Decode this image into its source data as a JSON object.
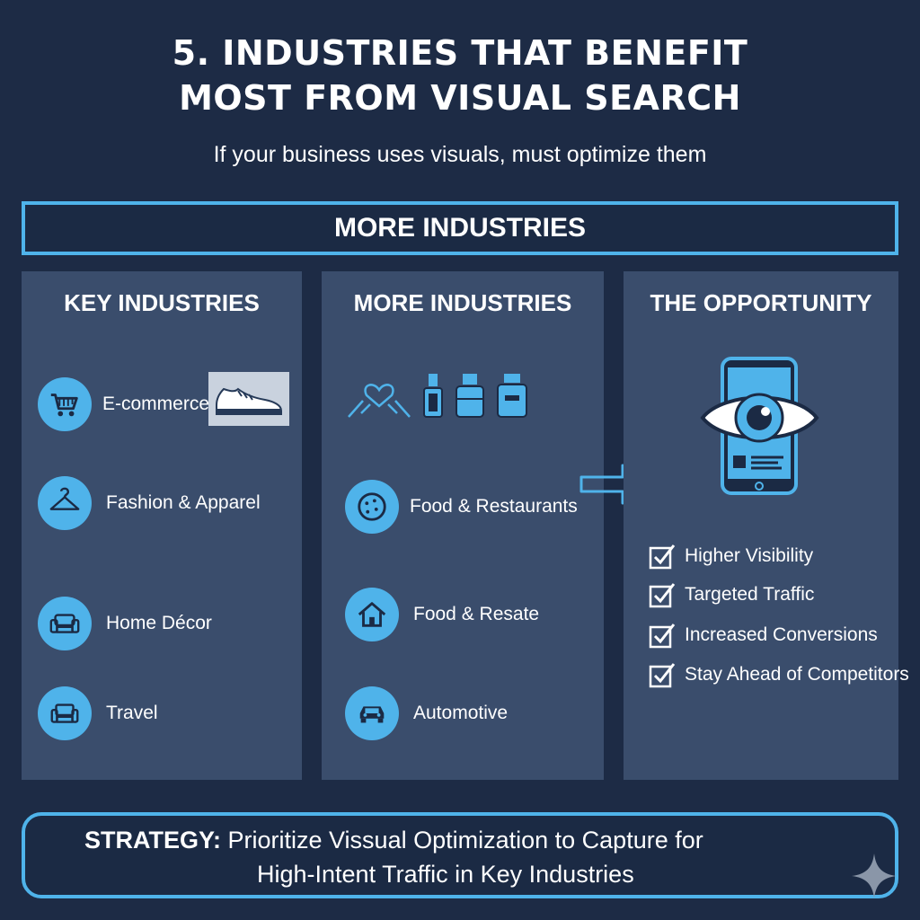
{
  "header": {
    "title_line1": "5. INDUSTRIES THAT BENEFIT",
    "title_line2": "MOST FROM VISUAL SEARCH",
    "subtitle": "If your business uses visuals, must optimize them"
  },
  "banner": {
    "label": "MORE INDUSTRIES"
  },
  "panels": {
    "key": {
      "heading": "KEY INDUSTRIES",
      "items": [
        {
          "label": "E-commerce",
          "icon": "shopping-cart-icon"
        },
        {
          "label": "Fashion & Apparel",
          "icon": "hanger-icon"
        },
        {
          "label": "Home Décor",
          "icon": "sofa-icon"
        },
        {
          "label": "Travel",
          "icon": "armchair-icon"
        }
      ]
    },
    "more": {
      "heading": "MORE INDUSTRIES",
      "top_icons": [
        "heart-hands-icon",
        "nail-polish-icon",
        "bottle-icon",
        "jar-icon"
      ],
      "items": [
        {
          "label": "Food & Restaurants",
          "icon": "cookie-icon"
        },
        {
          "label": "Food & Resate",
          "icon": "house-icon"
        },
        {
          "label": "Automotive",
          "icon": "car-icon"
        }
      ]
    },
    "opportunity": {
      "heading": "THE OPPORTUNITY",
      "checks": [
        "Higher Visibility",
        "Targeted Traffic",
        "Increased Conversions",
        "Stay Ahead of Competitors"
      ]
    }
  },
  "strategy": {
    "prefix": "STRATEGY:",
    "line1": "Prioritize Vissual Optimization to Capture for",
    "line2": "High-Intent Traffic in Key Industries"
  },
  "colors": {
    "background": "#1d2b45",
    "panel": "#3a4d6c",
    "accent": "#4fb3ea",
    "dark_icon": "#1b2a44"
  }
}
